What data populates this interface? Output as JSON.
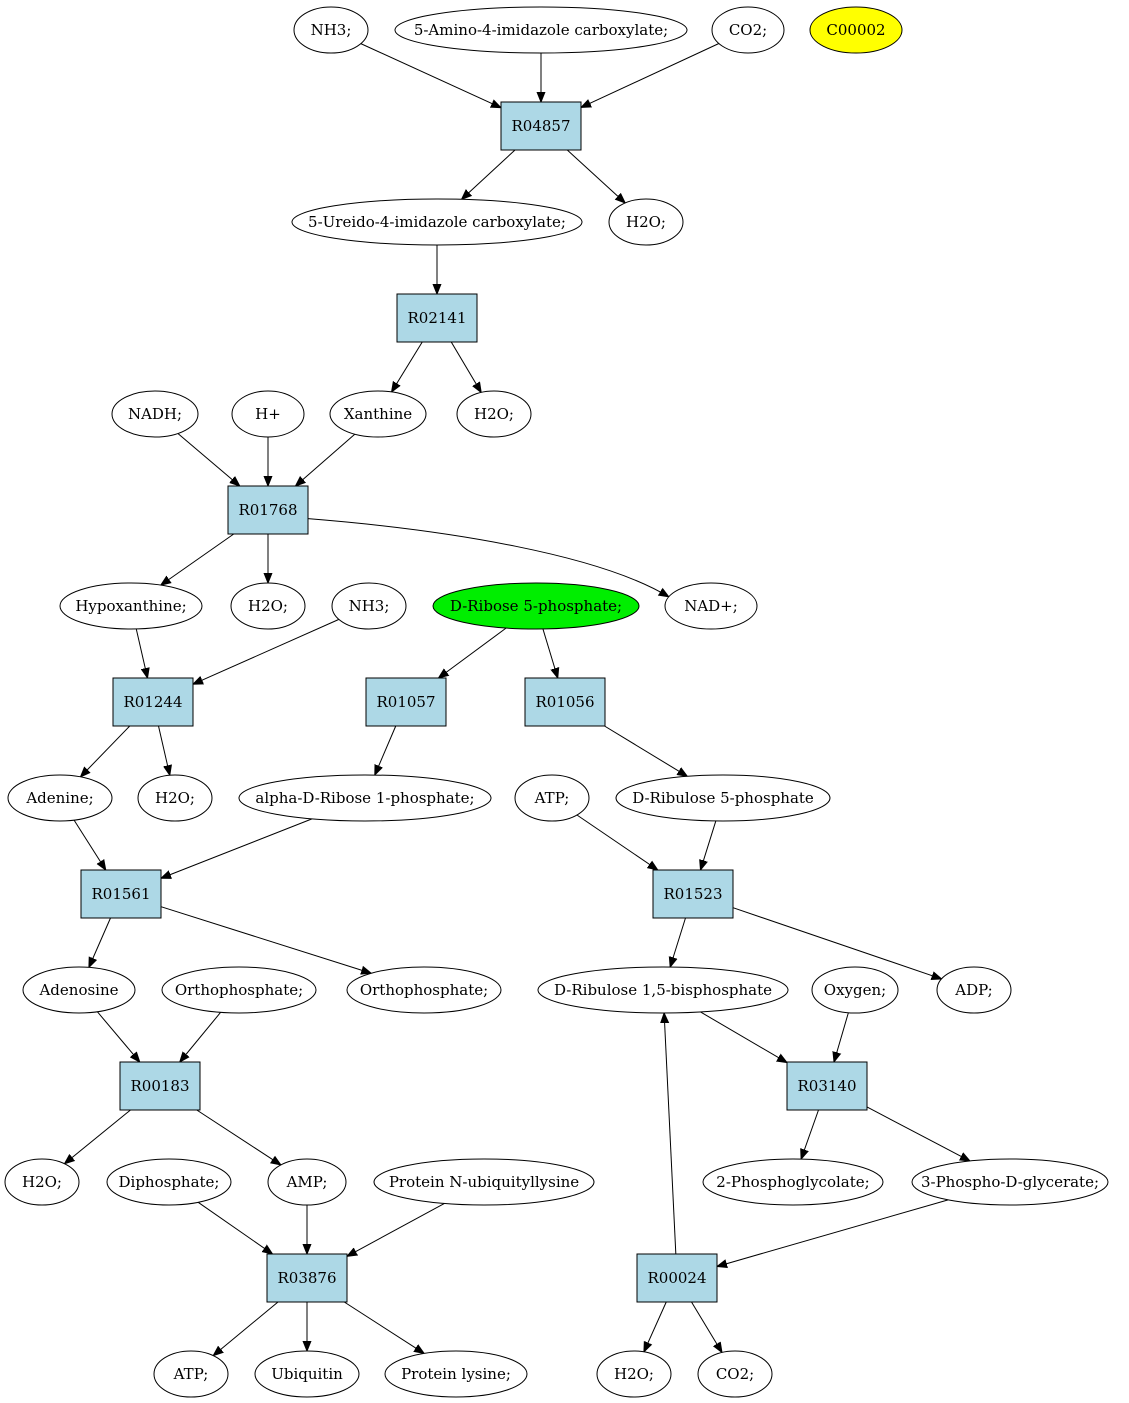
{
  "colors": {
    "reaction_fill": "#add8e6",
    "compound_fill": "#ffffff",
    "highlight_yellow": "#ffff00",
    "highlight_green": "#00ee00"
  },
  "nodes": {
    "nh3_top": "NH3;",
    "amino_imidazole": "5-Amino-4-imidazole carboxylate;",
    "co2_top": "CO2;",
    "c00002": "C00002",
    "r04857": "R04857",
    "ureido_imidazole": "5-Ureido-4-imidazole carboxylate;",
    "h2o_1": "H2O;",
    "r02141": "R02141",
    "nadh": "NADH;",
    "hplus": "H+",
    "xanthine": "Xanthine",
    "h2o_2": "H2O;",
    "r01768": "R01768",
    "hypoxanthine": "Hypoxanthine;",
    "h2o_3": "H2O;",
    "nh3_mid": "NH3;",
    "ribose5p": "D-Ribose 5-phosphate;",
    "nadplus": "NAD+;",
    "r01244": "R01244",
    "r01057": "R01057",
    "r01056": "R01056",
    "adenine": "Adenine;",
    "h2o_4": "H2O;",
    "ribose1p": "alpha-D-Ribose 1-phosphate;",
    "atp_mid": "ATP;",
    "ribulose5p": "D-Ribulose 5-phosphate",
    "r01561": "R01561",
    "r01523": "R01523",
    "adenosine": "Adenosine",
    "orthophosphate_1": "Orthophosphate;",
    "orthophosphate_2": "Orthophosphate;",
    "ribulose15bp": "D-Ribulose 1,5-bisphosphate",
    "oxygen": "Oxygen;",
    "adp": "ADP;",
    "r00183": "R00183",
    "r03140": "R03140",
    "h2o_5": "H2O;",
    "diphosphate": "Diphosphate;",
    "amp": "AMP;",
    "protein_ubiq": "Protein N-ubiquityllysine",
    "phosphoglycolate": "2-Phosphoglycolate;",
    "phosphoglycerate": "3-Phospho-D-glycerate;",
    "r03876": "R03876",
    "r00024": "R00024",
    "atp_bottom": "ATP;",
    "ubiquitin": "Ubiquitin",
    "protein_lysine": "Protein lysine;",
    "h2o_6": "H2O;",
    "co2_bottom": "CO2;"
  }
}
